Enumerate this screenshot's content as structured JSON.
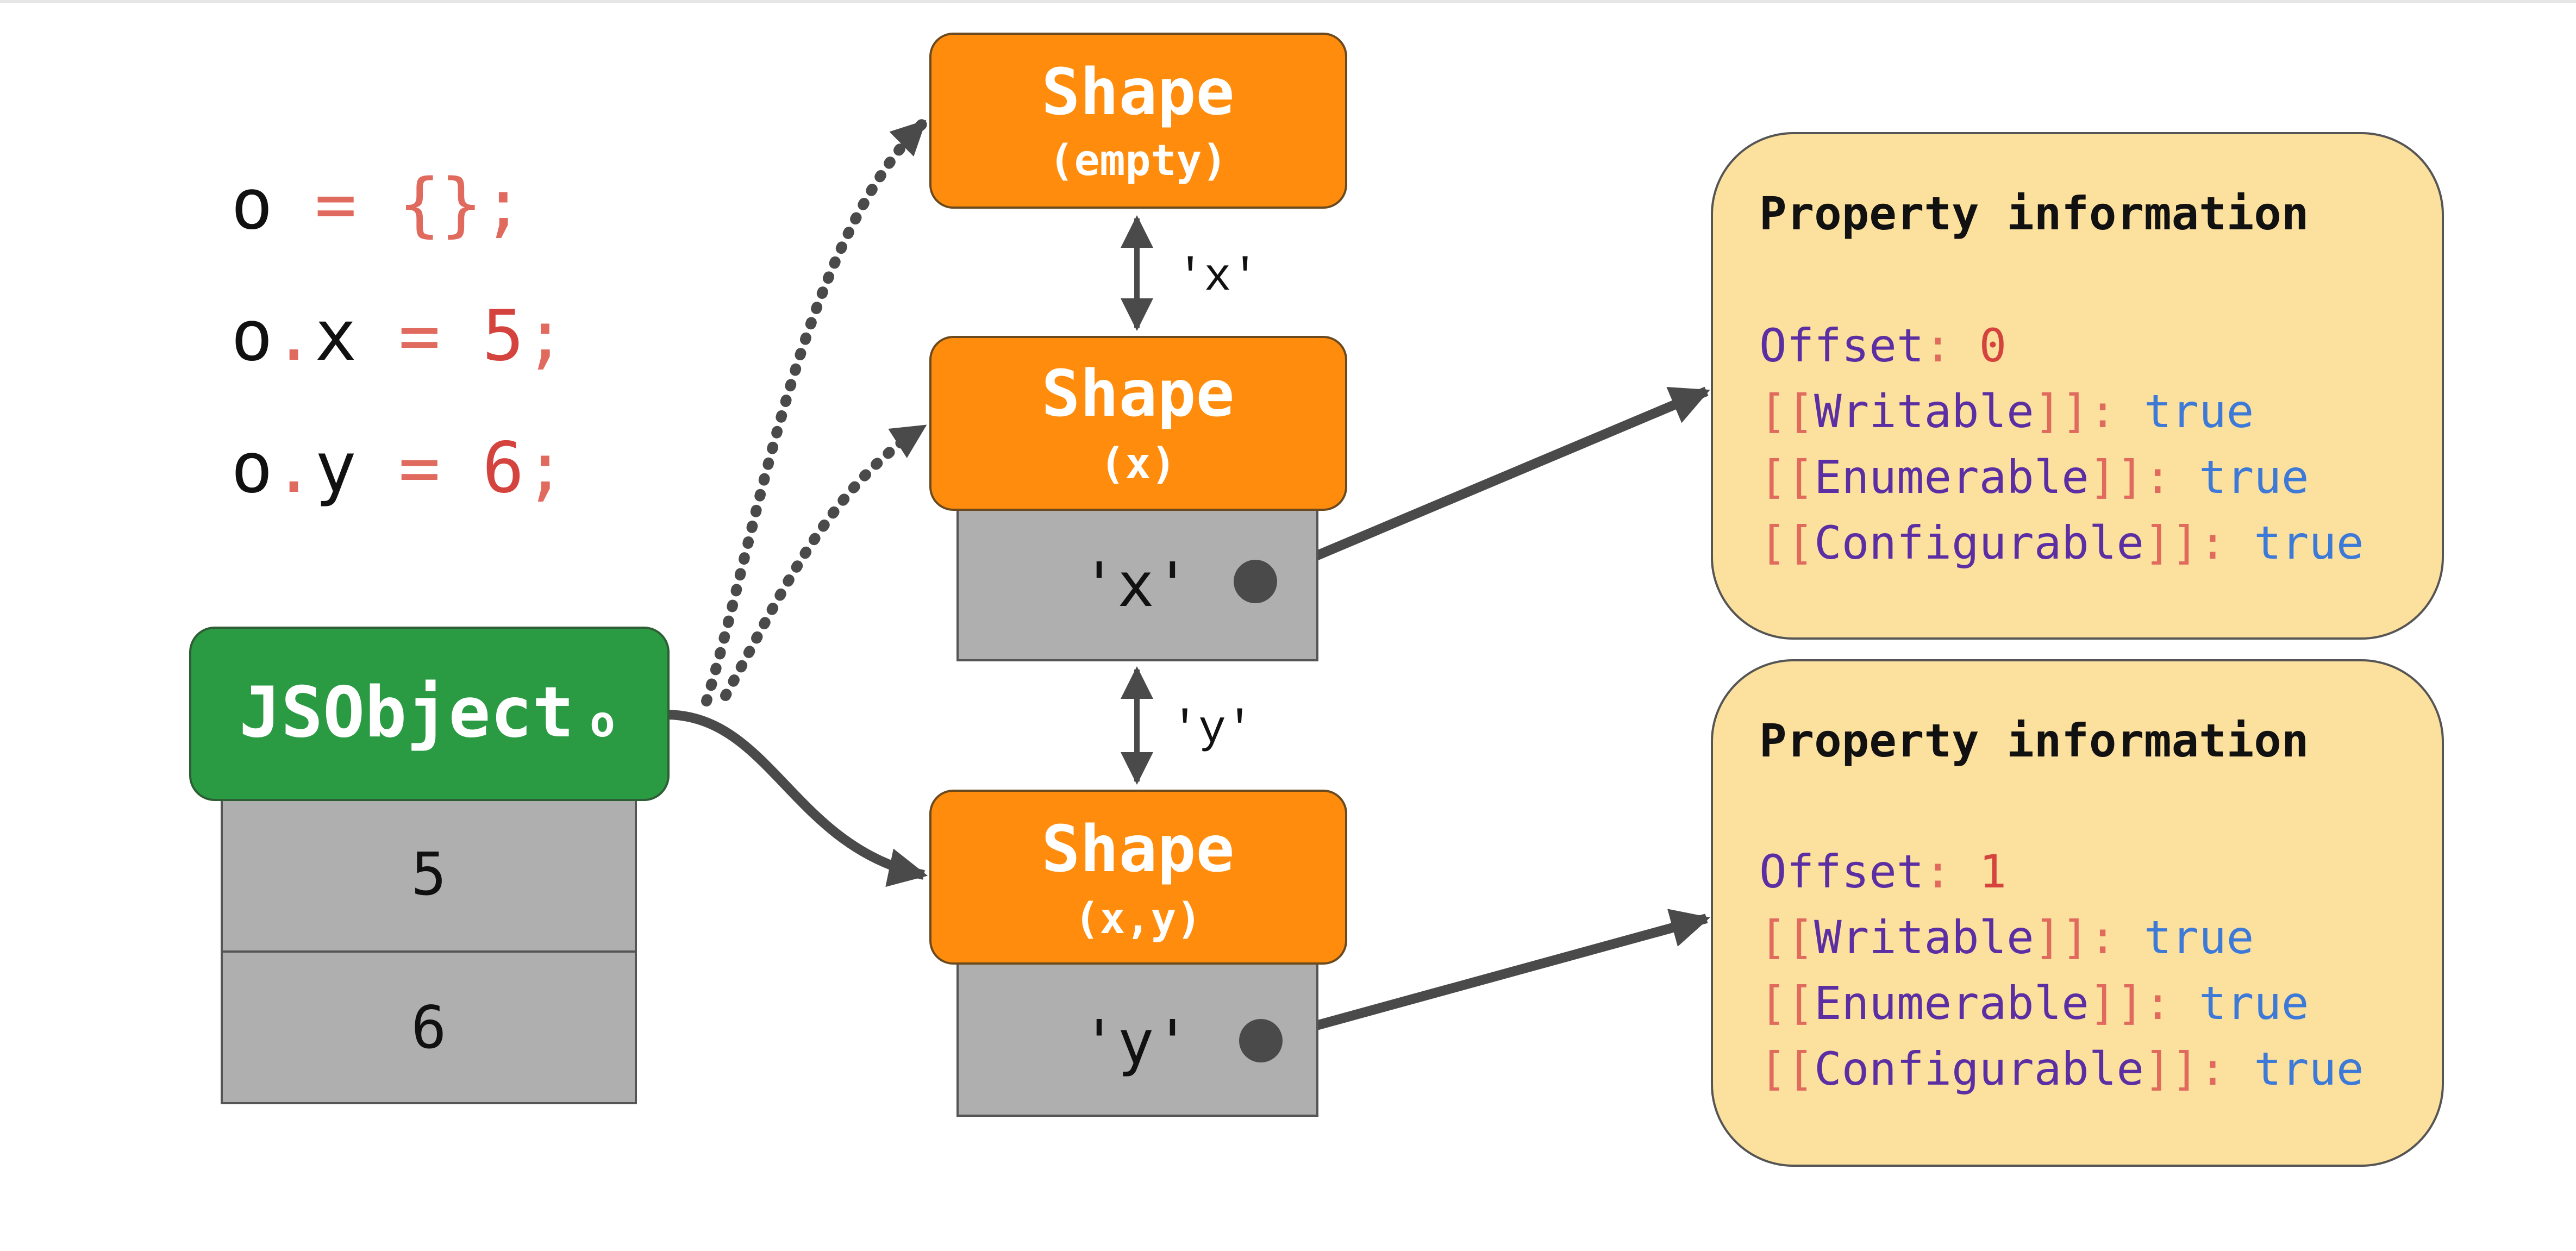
{
  "colors": {
    "orange": "#FF8C0C",
    "green": "#2A9B43",
    "gray": "#AFAFAF",
    "panel": "#FCE09D",
    "ink": "#111111",
    "arrow": "#4A4A4A",
    "code_red": "#D5433E",
    "code_salmon": "#E06A5E",
    "purple": "#5B2FA3",
    "blue": "#3D7AD8"
  },
  "code": {
    "line1": {
      "var": "o",
      "op": " = ",
      "rest": "{};"
    },
    "line2": {
      "var": "o",
      "dot": ".",
      "prop": "x",
      "op": " = ",
      "num": "5",
      "semi": ";"
    },
    "line3": {
      "var": "o",
      "dot": ".",
      "prop": "y",
      "op": " = ",
      "num": "6",
      "semi": ";"
    }
  },
  "jsobject": {
    "title": "JSObject",
    "name": "o",
    "slots": [
      "5",
      "6"
    ]
  },
  "shapes": {
    "empty": {
      "title": "Shape",
      "subtitle": "(empty)"
    },
    "x": {
      "title": "Shape",
      "subtitle": "(x)",
      "key": "'x'"
    },
    "xy": {
      "title": "Shape",
      "subtitle": "(x,y)",
      "key": "'y'"
    }
  },
  "transitions": {
    "x": "'x'",
    "y": "'y'"
  },
  "property_info": [
    {
      "heading": "Property information",
      "offset_label": "Offset",
      "offset": "0",
      "attrs": [
        {
          "name": "Writable",
          "value": "true"
        },
        {
          "name": "Enumerable",
          "value": "true"
        },
        {
          "name": "Configurable",
          "value": "true"
        }
      ]
    },
    {
      "heading": "Property information",
      "offset_label": "Offset",
      "offset": "1",
      "attrs": [
        {
          "name": "Writable",
          "value": "true"
        },
        {
          "name": "Enumerable",
          "value": "true"
        },
        {
          "name": "Configurable",
          "value": "true"
        }
      ]
    }
  ]
}
